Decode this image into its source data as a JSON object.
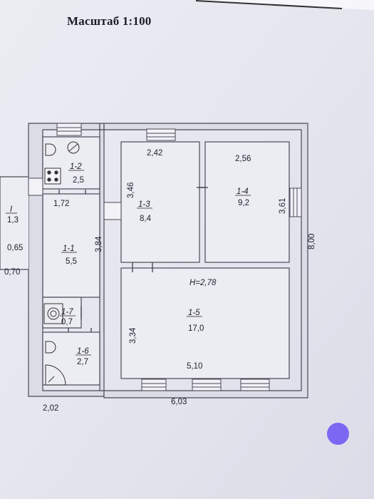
{
  "title": "Масштаб 1:100",
  "rooms": [
    {
      "id": "1-1",
      "area": "5,5"
    },
    {
      "id": "1-2",
      "area": "2,5"
    },
    {
      "id": "1-3",
      "area": "8,4"
    },
    {
      "id": "1-4",
      "area": "9,2"
    },
    {
      "id": "1-5",
      "area": "17,0"
    },
    {
      "id": "1-6",
      "area": "2,7"
    },
    {
      "id": "1-7",
      "area": "0,7"
    },
    {
      "id": "I",
      "area": "1,3"
    }
  ],
  "dimensions": {
    "d_2_42": "2,42",
    "d_2_56": "2,56",
    "d_3_46": "3,46",
    "d_3_61": "3,61",
    "d_8_00": "8,00",
    "d_1_72": "1,72",
    "d_3_84": "3,84",
    "d_0_65": "0,65",
    "d_0_70": "0,70",
    "d_h": "H=2,78",
    "d_3_34": "3,34",
    "d_5_10": "5,10",
    "d_2_02": "2,02",
    "d_6_03": "6,03"
  },
  "colors": {
    "paper": "#e9e9f1",
    "wall": "#4a4a58",
    "accent_dot": "#7b68f2"
  }
}
